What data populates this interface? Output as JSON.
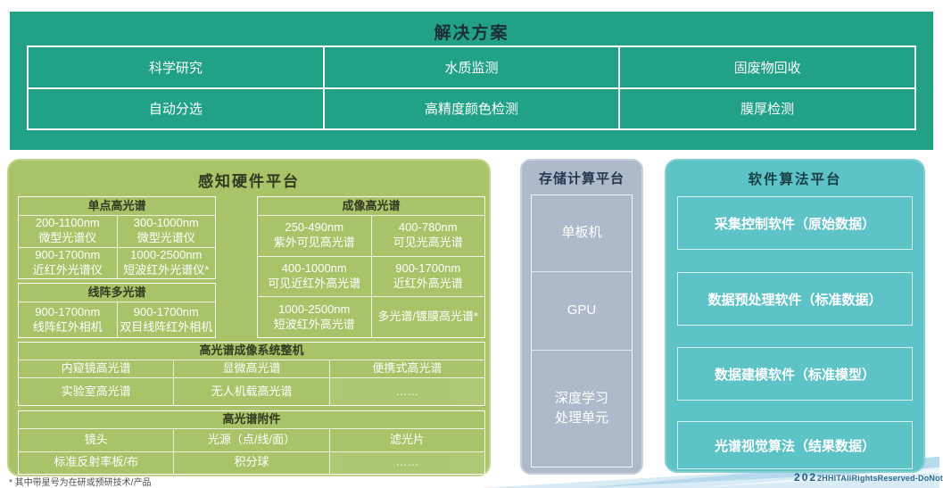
{
  "solutions": {
    "title": "解决方案",
    "items": [
      "科学研究",
      "水质监测",
      "固废物回收",
      "自动分选",
      "高精度颜色检测",
      "膜厚检测"
    ]
  },
  "hardware": {
    "title": "感知硬件平台",
    "single_point": {
      "header": "单点高光谱",
      "cells": [
        "200-1100nm\n微型光谱仪",
        "300-1000nm\n微型光谱仪",
        "900-1700nm\n近红外光谱仪",
        "1000-2500nm\n短波红外光谱仪*"
      ]
    },
    "line_array": {
      "header": "线阵多光谱",
      "cells": [
        "900-1700nm\n线阵红外相机",
        "900-1700nm\n双目线阵红外相机"
      ]
    },
    "imaging": {
      "header": "成像高光谱",
      "cells": [
        "250-490nm\n紫外可见高光谱",
        "400-780nm\n可见光高光谱",
        "400-1000nm\n可见近红外高光谱",
        "900-1700nm\n近红外高光谱",
        "1000-2500nm\n短波红外高光谱",
        "多光谱/镀膜高光谱*"
      ]
    },
    "systems": {
      "header": "高光谱成像系统整机",
      "cells": [
        "内窥镜高光谱",
        "显微高光谱",
        "便携式高光谱",
        "实验室高光谱",
        "无人机载高光谱",
        "……"
      ]
    },
    "accessories": {
      "header": "高光谱附件",
      "cells": [
        "镜头",
        "光源（点/线/面）",
        "滤光片",
        "标准反射率板/布",
        "积分球",
        "……"
      ]
    }
  },
  "compute": {
    "title": "存储计算平台",
    "cells": [
      "单板机",
      "GPU",
      "深度学习\n处理单元"
    ]
  },
  "software": {
    "title": "软件算法平台",
    "items": [
      "采集控制软件（原始数据）",
      "数据预处理软件（标准数据）",
      "数据建模软件（标准模型）",
      "光谱视觉算法（结果数据）"
    ]
  },
  "footnote": "* 其中带星号为在研或预研技术/产品",
  "watermark": {
    "big": "202",
    "rest": "2HHITAllRightsReserved-DoNot"
  },
  "colors": {
    "banner_teal": "#21a287",
    "hardware_green": "#a8c368",
    "compute_gray": "#aebaca",
    "software_teal": "#5ec3c7",
    "swoosh_blue": "#b4d8ec"
  }
}
